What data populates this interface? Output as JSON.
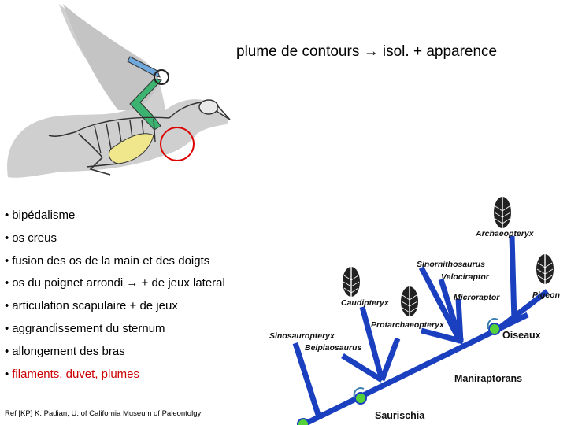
{
  "title": "plume de contours → isol. + apparence",
  "bullets": [
    {
      "text": "bipédalisme",
      "color": "#000000"
    },
    {
      "text": "os creus",
      "color": "#000000"
    },
    {
      "text": "fusion des os de la main et des doigts",
      "color": "#000000"
    },
    {
      "text": "os du poignet arrondi → + de jeux lateral",
      "color": "#000000"
    },
    {
      "text": "articulation scapulaire + de jeux",
      "color": "#000000"
    },
    {
      "text": "aggrandissement du sternum",
      "color": "#000000"
    },
    {
      "text": "allongement des bras",
      "color": "#000000"
    },
    {
      "text": "filaments, duvet, plumes",
      "color": "#cc0000"
    }
  ],
  "reference": "Ref [KP] K. Padian, U. of California Museum of Paleontolgy",
  "tree": {
    "taxa": {
      "sinosauropteryx": "Sinosauropteryx",
      "beipiaosaurus": "Beipiaosaurus",
      "caudipteryx": "Caudipteryx",
      "protarchaeopteryx": "Protarchaeopteryx",
      "sinornithosaurus": "Sinornithosaurus",
      "velociraptor": "Velociraptor",
      "microraptor": "Microraptor",
      "archaeopteryx": "Archaeopteryx",
      "pigeon": "Pigeon"
    },
    "groups": {
      "oiseaux": "Oiseaux",
      "maniraptorans": "Maniraptorans",
      "saurischia": "Saurischia"
    },
    "colors": {
      "branch": "#1a3fbf",
      "node": "#55d23a",
      "feather": "#222222"
    }
  },
  "bird": {
    "colors": {
      "silhouette": "#cfcfcf",
      "arm": "#6fa8dc",
      "shoulder": "#3cb371",
      "sternum": "#f0e68c",
      "circle": "#dd0000"
    }
  }
}
